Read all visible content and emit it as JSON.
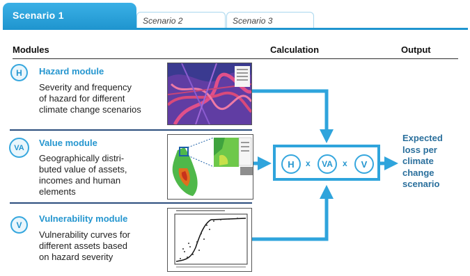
{
  "tabs": [
    {
      "label": "Scenario 1",
      "active": true
    },
    {
      "label": "Scenario 2",
      "active": false
    },
    {
      "label": "Scenario 3",
      "active": false
    }
  ],
  "columns": {
    "modules": "Modules",
    "calculation": "Calculation",
    "output": "Output"
  },
  "modules": [
    {
      "abbr": "H",
      "title": "Hazard module",
      "desc": [
        "Severity and frequency",
        "of hazard for different",
        "climate change scenarios"
      ]
    },
    {
      "abbr": "VA",
      "title": "Value module",
      "desc": [
        "Geographically distri-",
        "buted value of assets,",
        "incomes and human",
        "elements"
      ]
    },
    {
      "abbr": "V",
      "title": "Vulnerability module",
      "desc": [
        "Vulnerability curves for",
        "different assets based",
        "on hazard severity"
      ]
    }
  ],
  "calculation": {
    "h": "H",
    "va": "VA",
    "v": "V",
    "op": "x"
  },
  "output": [
    "Expected",
    "loss per",
    "climate",
    "change",
    "scenario"
  ],
  "colors": {
    "accent": "#2fa4dc",
    "tab": "#1f95cf",
    "title": "#2596cf",
    "output": "#2a6f9c",
    "separator": "#2a4c7c"
  }
}
